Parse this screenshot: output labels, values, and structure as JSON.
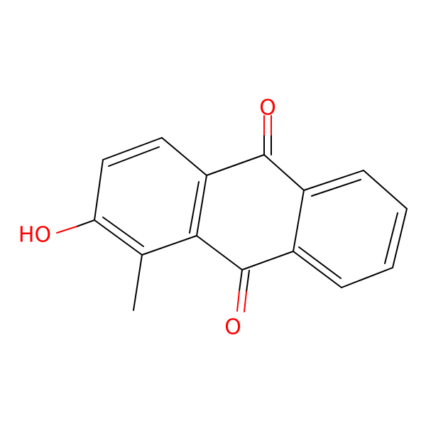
{
  "molecule": {
    "atoms": {
      "carbonyl_top": "O",
      "carbonyl_bottom": "O",
      "hydroxyl": "HO"
    },
    "colors": {
      "bond": "#000000",
      "heteroatom": "#ff0000",
      "background": "#ffffff"
    }
  }
}
